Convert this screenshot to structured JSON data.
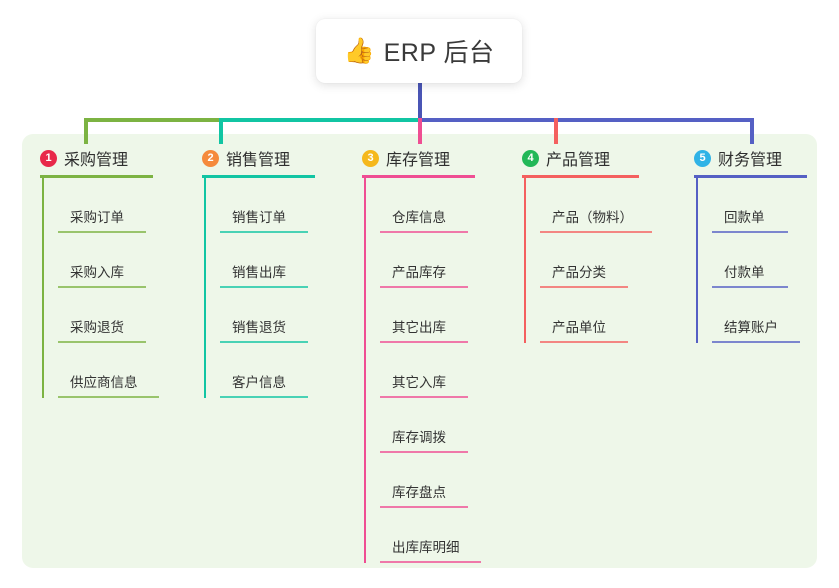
{
  "title": {
    "icon": "thumbs-up-icon",
    "emoji": "👍",
    "text": "ERP 后台"
  },
  "colors": {
    "panel_bg": "#eef7e9",
    "trunk": "#4a55b5",
    "bus_green": "#7cb342",
    "bus_teal": "#11c5a3",
    "bus_blue": "#5560c4"
  },
  "columns": [
    {
      "number": "1",
      "badge_color": "#e8294a",
      "line_color": "#7cb342",
      "title": "采购管理",
      "rule_width": 113,
      "items": [
        {
          "label": "采购订单",
          "rule_width": 88
        },
        {
          "label": "采购入库",
          "rule_width": 88
        },
        {
          "label": "采购退货",
          "rule_width": 88
        },
        {
          "label": "供应商信息",
          "rule_width": 101
        }
      ]
    },
    {
      "number": "2",
      "badge_color": "#f58a3c",
      "line_color": "#11c5a3",
      "title": "销售管理",
      "rule_width": 113,
      "items": [
        {
          "label": "销售订单",
          "rule_width": 88
        },
        {
          "label": "销售出库",
          "rule_width": 88
        },
        {
          "label": "销售退货",
          "rule_width": 88
        },
        {
          "label": "客户信息",
          "rule_width": 88
        }
      ]
    },
    {
      "number": "3",
      "badge_color": "#f5b81c",
      "line_color": "#ef4e93",
      "title": "库存管理",
      "rule_width": 113,
      "items": [
        {
          "label": "仓库信息",
          "rule_width": 88
        },
        {
          "label": "产品库存",
          "rule_width": 88
        },
        {
          "label": "其它出库",
          "rule_width": 88
        },
        {
          "label": "其它入库",
          "rule_width": 88
        },
        {
          "label": "库存调拨",
          "rule_width": 88
        },
        {
          "label": "库存盘点",
          "rule_width": 88
        },
        {
          "label": "出库库明细",
          "rule_width": 101
        }
      ]
    },
    {
      "number": "4",
      "badge_color": "#22b858",
      "line_color": "#f4605f",
      "title": "产品管理",
      "rule_width": 117,
      "items": [
        {
          "label": "产品（物料）",
          "rule_width": 112
        },
        {
          "label": "产品分类",
          "rule_width": 88
        },
        {
          "label": "产品单位",
          "rule_width": 88
        }
      ]
    },
    {
      "number": "5",
      "badge_color": "#30b3e6",
      "line_color": "#5560c4",
      "title": "财务管理",
      "rule_width": 113,
      "items": [
        {
          "label": "回款单",
          "rule_width": 76
        },
        {
          "label": "付款单",
          "rule_width": 76
        },
        {
          "label": "结算账户",
          "rule_width": 88
        }
      ]
    }
  ]
}
